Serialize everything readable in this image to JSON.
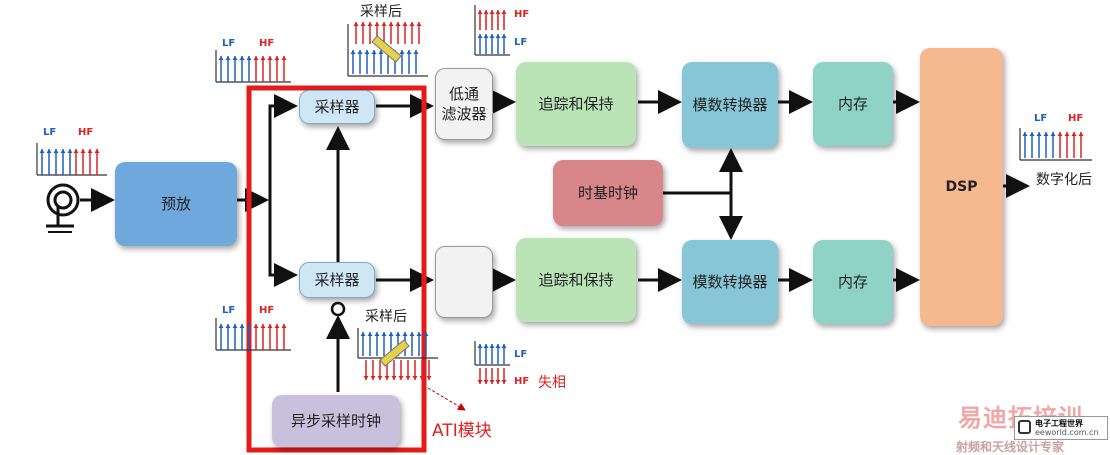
{
  "blocks": {
    "preamp": "预放",
    "sampler_top": "采样器",
    "sampler_bottom": "采样器",
    "lowpass": "低通\n滤波器",
    "track_hold_top": "追踪和保持",
    "track_hold_bottom": "追踪和保持",
    "adc_top": "模数转换器",
    "adc_bottom": "模数转换器",
    "memory_top": "内存",
    "memory_bottom": "内存",
    "timebase": "时基时钟",
    "async_clock": "异步采样时钟",
    "dsp": "DSP"
  },
  "labels": {
    "after_sampling_top": "采样后",
    "after_sampling_bottom": "采样后",
    "digitized": "数字化后",
    "phase_loss": "失相",
    "ati_module": "ATI模块",
    "lf": "LF",
    "hf": "HF"
  },
  "watermark": {
    "brand": "易迪拓培训",
    "tagline": "射频和天线设计专家",
    "site": "eeworld.com.cn",
    "logo_text": "电子工程世界"
  },
  "colors": {
    "preamp": "#6fa8dc",
    "sampler": "#cfe7f5",
    "track_hold": "#b9e4b5",
    "adc": "#87c6d6",
    "memory": "#8fd3c7",
    "timebase": "#d9868a",
    "async_clock": "#c9c0dd",
    "dsp": "#f6b98f",
    "ati_border": "#e31b1b"
  }
}
